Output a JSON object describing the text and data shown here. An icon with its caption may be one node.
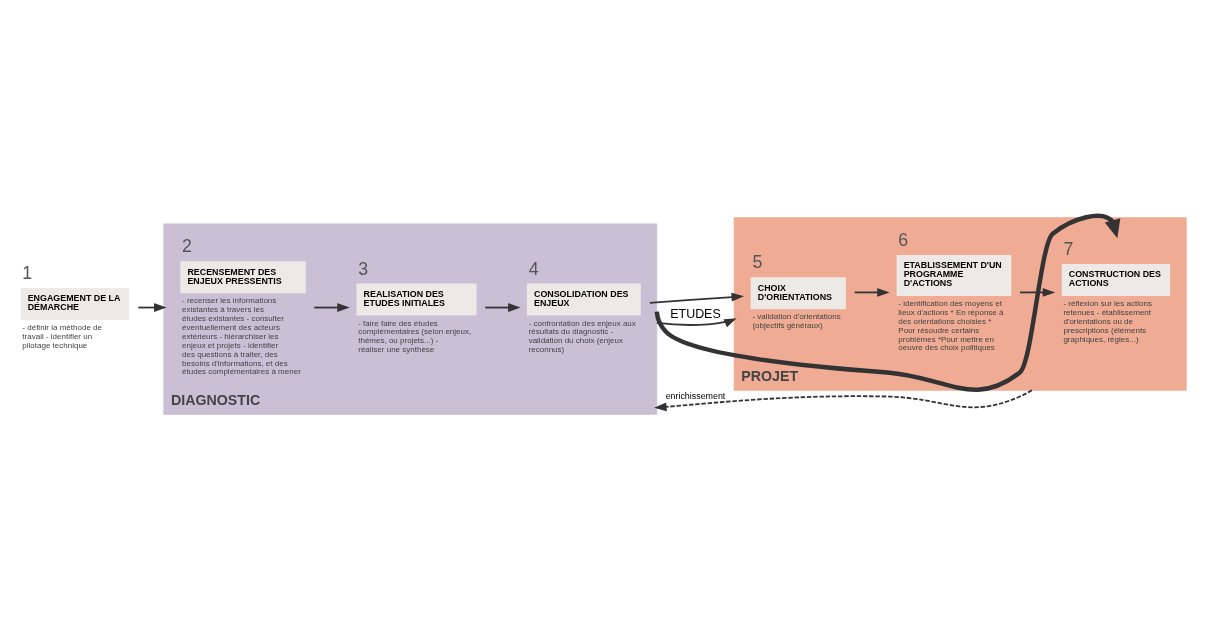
{
  "diagram": {
    "nodes": [
      {
        "text": [
          "1",
          "ENGAGEMENT DE LA DÉMARCHE",
          "- définir la méthode de travail - identifier un pilotage technique"
        ]
      },
      {
        "text": [
          "DIAGNOSTIC"
        ]
      },
      {
        "text": [
          "2",
          "RECENSEMENT DES ENJEUX PRESSENTIS",
          "- recenser les informations existantes à travers les études existantes - consulter éventuellement des acteurs extérieurs - hiérarchiser les enjeux et projets - identifier des questions à traiter, des besoins d'informations, et des études complémentaires à mener"
        ],
        "in": 1
      },
      {
        "text": [
          "3",
          "REALISATION DES ETUDES INITIALES",
          "- faire faire des études complémentaires (selon enjeux, thèmes, ou projets...) - réaliser une synthèse"
        ],
        "in": 1
      },
      {
        "text": [
          "4",
          "CONSOLIDATION DES ENJEUX",
          "- confrontation des enjeux aux résultats du diagnostic - validation du choix (enjeux reconnus)"
        ],
        "in": 1
      },
      {
        "text": [
          "PROJET"
        ]
      },
      {
        "text": [
          "5",
          "CHOIX D'ORIENTATIONS",
          "- validation d'orientations (objectifs généraux)"
        ],
        "in": 5
      },
      {
        "text": [
          "6",
          "ETABLISSEMENT D'UN PROGRAMME D'ACTIONS",
          "- identification des moyens et lieux d'actions * En réponse à des orientations choisies * Pour résoudre certains problèmes *Pour mettre en oeuvre des choix politiques"
        ],
        "in": 5
      },
      {
        "text": [
          "7",
          "CONSTRUCTION DES ACTIONS",
          "- réflexion sur les actions retenues - établissement d'orientations ou de prescriptions (éléments graphiques, règles...)"
        ],
        "in": 5
      }
    ],
    "edges": [
      {
        "from": 0,
        "to": 1,
        "arrow": "to"
      },
      {
        "from": 2,
        "to": 3,
        "arrow": "to"
      },
      {
        "from": 3,
        "to": 4,
        "arrow": "to"
      },
      {
        "from": 4,
        "to": 6,
        "arrow": "to"
      },
      {
        "from": 6,
        "to": 7,
        "arrow": "to"
      },
      {
        "from": 7,
        "to": 8,
        "arrow": "to"
      },
      {
        "from": 1,
        "to": 8,
        "arrow": "to",
        "style": "thick"
      },
      {
        "from": 1,
        "to": 5,
        "arrow": "to",
        "label": "ETUDES"
      },
      {
        "from": 5,
        "to": 1,
        "arrow": "to",
        "style": "dashed",
        "label": "enrichissement"
      }
    ]
  }
}
